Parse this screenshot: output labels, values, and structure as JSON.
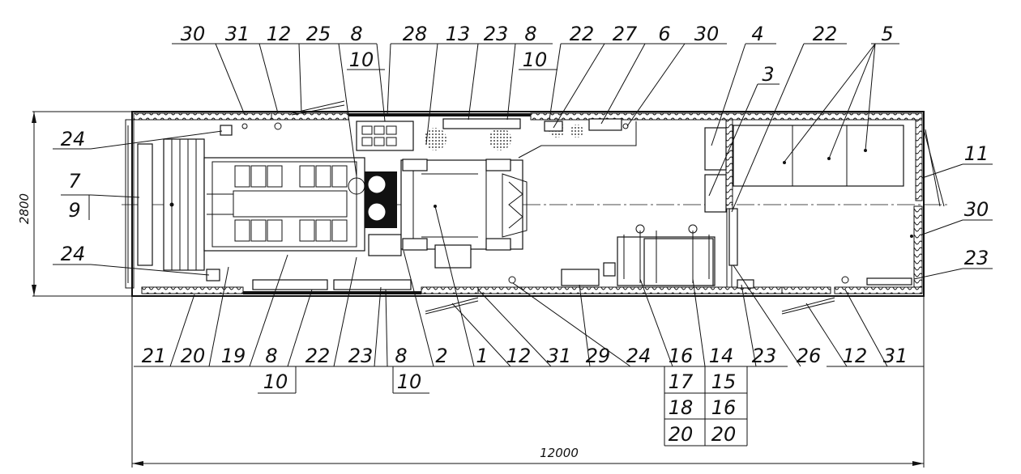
{
  "dimensions": {
    "height_label": "2800",
    "length_label": "12000"
  },
  "callouts": {
    "top": [
      "30",
      "31",
      "12",
      "25",
      "8",
      "10",
      "28",
      "13",
      "23",
      "8",
      "10",
      "22",
      "27",
      "6",
      "30",
      "4",
      "3",
      "22",
      "5"
    ],
    "left": [
      "24",
      "7",
      "9",
      "24"
    ],
    "right": [
      "11",
      "30",
      "23"
    ],
    "bottom": [
      "21",
      "20",
      "19",
      "8",
      "10",
      "22",
      "23",
      "8",
      "10",
      "2",
      "1",
      "12",
      "31",
      "29",
      "24",
      "16",
      "17",
      "18",
      "20",
      "14",
      "15",
      "16",
      "20",
      "23",
      "26",
      "12",
      "31"
    ]
  }
}
